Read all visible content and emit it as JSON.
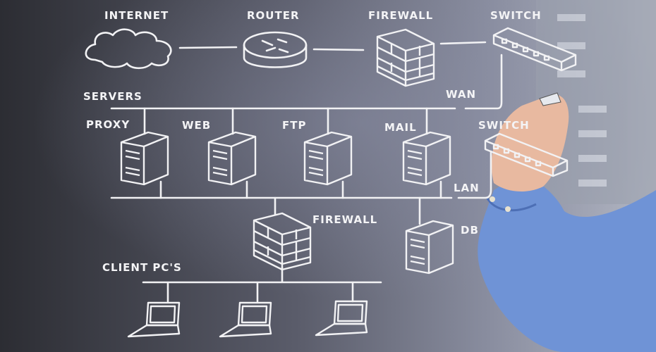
{
  "diagram": {
    "title": "Network topology drawn on glass",
    "top_row": {
      "internet": "INTERNET",
      "router": "ROUTER",
      "firewall": "FIREWALL",
      "switch": "SWITCH"
    },
    "servers_label": "SERVERS",
    "wan_label": "WAN",
    "servers": [
      "PROXY",
      "WEB",
      "FTP",
      "MAIL"
    ],
    "switch2_label": "SWITCH",
    "lan_label": "LAN",
    "firewall2_label": "FIREWALL",
    "db_label": "DB",
    "clients_label": "CLIENT PC'S"
  },
  "colors": {
    "ink": "#f2f2f4",
    "background": "#3a3c44",
    "sleeve": "#6f93d6",
    "skin": "#e8b9a0"
  }
}
